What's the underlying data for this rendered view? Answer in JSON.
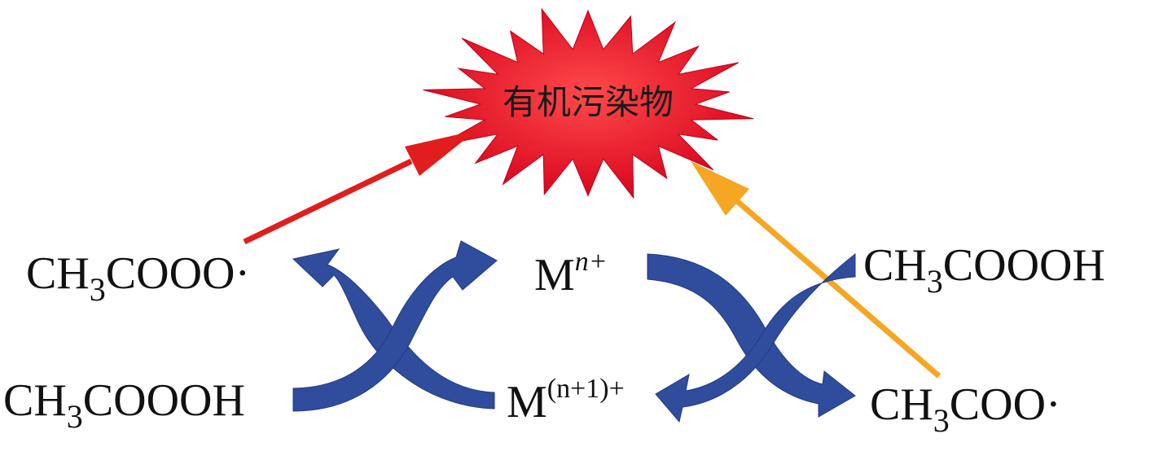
{
  "pollutant": {
    "label": "有机污染物"
  },
  "species": {
    "peracetyl_radical": {
      "pre": "CH",
      "sub": "3",
      "post": "COOO·"
    },
    "peracetic_left": {
      "pre": "CH",
      "sub": "3",
      "post": "COOOH"
    },
    "peracetic_right": {
      "pre": "CH",
      "sub": "3",
      "post": "COOOH"
    },
    "acetoxy_radical": {
      "pre": "CH",
      "sub": "3",
      "post": "COO·"
    },
    "metal_low": {
      "base": "M",
      "sup": "n+"
    },
    "metal_high": {
      "base": "M",
      "sup": "(n+1)+"
    }
  },
  "colors": {
    "cycle_arrow": "#2f4d9c",
    "red_arrow": "#e11d1d",
    "orange_arrow": "#f5a623",
    "burst": "#e3102a"
  }
}
